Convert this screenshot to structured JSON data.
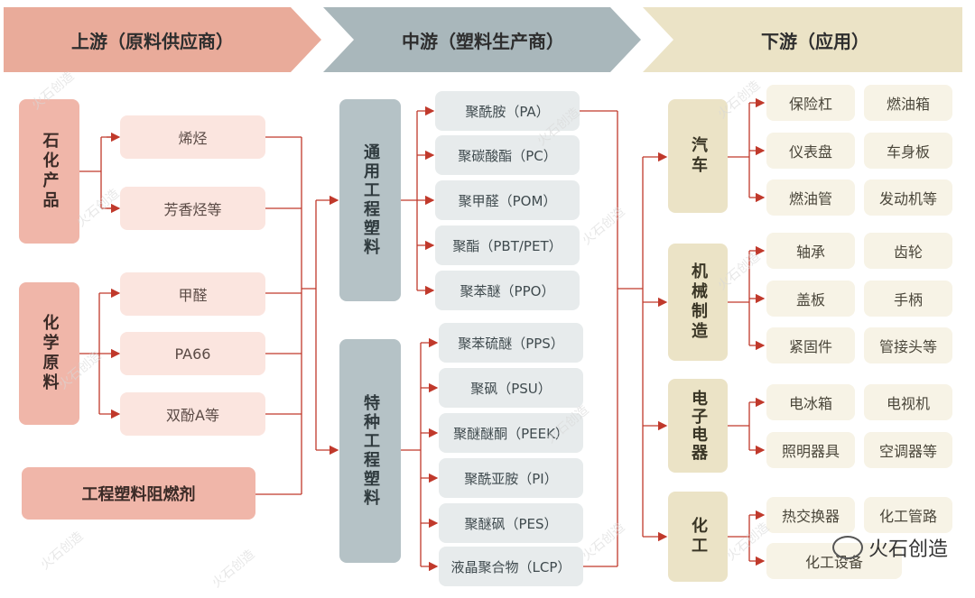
{
  "headers": {
    "upstream": "上游（原料供应商）",
    "midstream": "中游（塑料生产商）",
    "downstream": "下游（应用）"
  },
  "upstream": {
    "petro": {
      "label": "石化产品",
      "items": [
        "烯烃",
        "芳香烃等"
      ]
    },
    "chem": {
      "label": "化学原料",
      "items": [
        "甲醛",
        "PA66",
        "双酚A等"
      ]
    },
    "retardant": "工程塑料阻燃剂"
  },
  "midstream": {
    "general": {
      "label": "通用工程塑料",
      "items": [
        "聚酰胺（PA）",
        "聚碳酸酯（PC）",
        "聚甲醛（POM）",
        "聚酯（PBT/PET）",
        "聚苯醚（PPO）"
      ]
    },
    "special": {
      "label": "特种工程塑料",
      "items": [
        "聚苯硫醚（PPS）",
        "聚砜（PSU）",
        "聚醚醚酮（PEEK）",
        "聚酰亚胺（PI）",
        "聚醚砜（PES）",
        "液晶聚合物（LCP）"
      ]
    }
  },
  "downstream": {
    "auto": {
      "label": "汽车",
      "items": [
        "保险杠",
        "燃油箱",
        "仪表盘",
        "车身板",
        "燃油管",
        "发动机等"
      ]
    },
    "machine": {
      "label": "机械制造",
      "items": [
        "轴承",
        "齿轮",
        "盖板",
        "手柄",
        "紧固件",
        "管接头等"
      ]
    },
    "electric": {
      "label": "电子电器",
      "items": [
        "电冰箱",
        "电视机",
        "照明器具",
        "空调器等"
      ]
    },
    "chemical": {
      "label": "化工",
      "items": [
        "热交换器",
        "化工管路",
        "化工设备"
      ]
    }
  },
  "watermark": "火石创造",
  "logo": "火石创造",
  "colors": {
    "upstream": "#e9ab9a",
    "midstream": "#a9b7bb",
    "downstream": "#ebe3c6",
    "connector": "#c0392b"
  }
}
